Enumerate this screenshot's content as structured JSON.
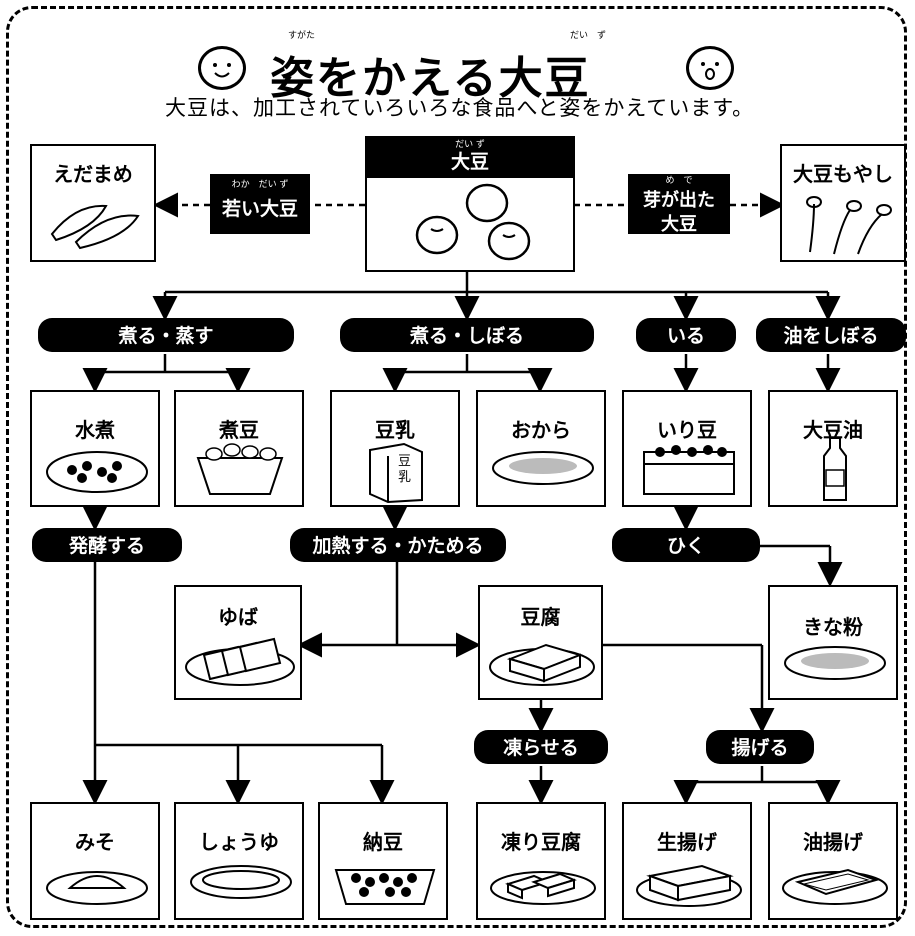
{
  "title": {
    "text": "姿をかえる大豆",
    "ruby_sugata": "すがた",
    "ruby_daizu": "だい　ず"
  },
  "subtitle": "大豆は、加工されていろいろな食品へと姿をかえています。",
  "center": {
    "label": "大豆",
    "ruby": "だい ず"
  },
  "left_arrow_label": {
    "text": "若い大豆",
    "ruby": "わか　だい ず"
  },
  "right_arrow_label": {
    "line1": "芽が出た",
    "line2": "大豆",
    "ruby": "め　で"
  },
  "side_items": {
    "edamame": "えだまめ",
    "moyashi": "大豆もやし"
  },
  "methods": {
    "niru_musu": "煮る・蒸す",
    "niru_shiboru": "煮る・しぼる",
    "iru": "いる",
    "abura": "油をしぼる",
    "hakko": "発酵する",
    "kanetsu": "加熱する・かためる",
    "hiku": "ひく",
    "koraseru": "凍らせる",
    "ageru": "揚げる"
  },
  "foods": {
    "mizuni": "水煮",
    "nimame": "煮豆",
    "tonyu": "豆乳",
    "okara": "おから",
    "irimame": "いり豆",
    "daizuyu": "大豆油",
    "yuba": "ゆば",
    "tofu": "豆腐",
    "kinako": "きな粉",
    "miso": "みそ",
    "shoyu": "しょうゆ",
    "natto": "納豆",
    "koridofu": "凍り豆腐",
    "namaage": "生揚げ",
    "aburaage": "油揚げ"
  },
  "carton_text": {
    "line1": "豆",
    "line2": "乳"
  }
}
